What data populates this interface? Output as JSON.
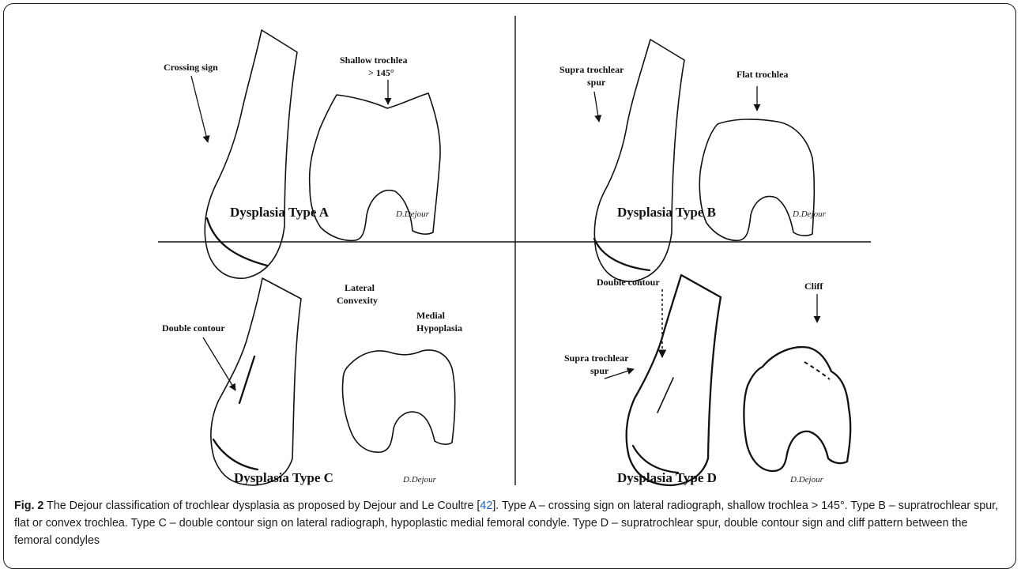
{
  "panels": [
    {
      "id": "A",
      "title": "Dysplasia Type A",
      "signature": "D.Dejour",
      "labels": {
        "crossing": "Crossing sign",
        "shallow_l1": "Shallow trochlea",
        "shallow_l2": "> 145°"
      }
    },
    {
      "id": "B",
      "title": "Dysplasia Type B",
      "signature": "D.Dejour",
      "labels": {
        "spur_l1": "Supra trochlear",
        "spur_l2": "spur",
        "flat": "Flat trochlea"
      }
    },
    {
      "id": "C",
      "title": "Dysplasia Type C",
      "signature": "D.Dejour",
      "labels": {
        "double": "Double contour",
        "lat_l1": "Lateral",
        "lat_l2": "Convexity",
        "med_l1": "Medial",
        "med_l2": "Hypoplasia"
      }
    },
    {
      "id": "D",
      "title": "Dysplasia Type D",
      "signature": "D.Dejour",
      "labels": {
        "double": "Double contour",
        "spur_l1": "Supra trochlear",
        "spur_l2": "spur",
        "cliff": "Cliff"
      }
    }
  ],
  "caption": {
    "fig_label": "Fig. 2",
    "text_before_ref": " The Dejour classification of trochlear dysplasia as proposed by Dejour and Le Coultre [",
    "ref": "42",
    "text_after_ref": "]. Type A – crossing sign on lateral radiograph, shallow trochlea > 145°. Type B – supratrochlear spur, flat or convex trochlea. Type C – double contour sign on lateral radiograph, hypoplastic medial femoral condyle. Type D – supratrochlear spur, double contour sign and cliff pattern between the femoral condyles"
  }
}
